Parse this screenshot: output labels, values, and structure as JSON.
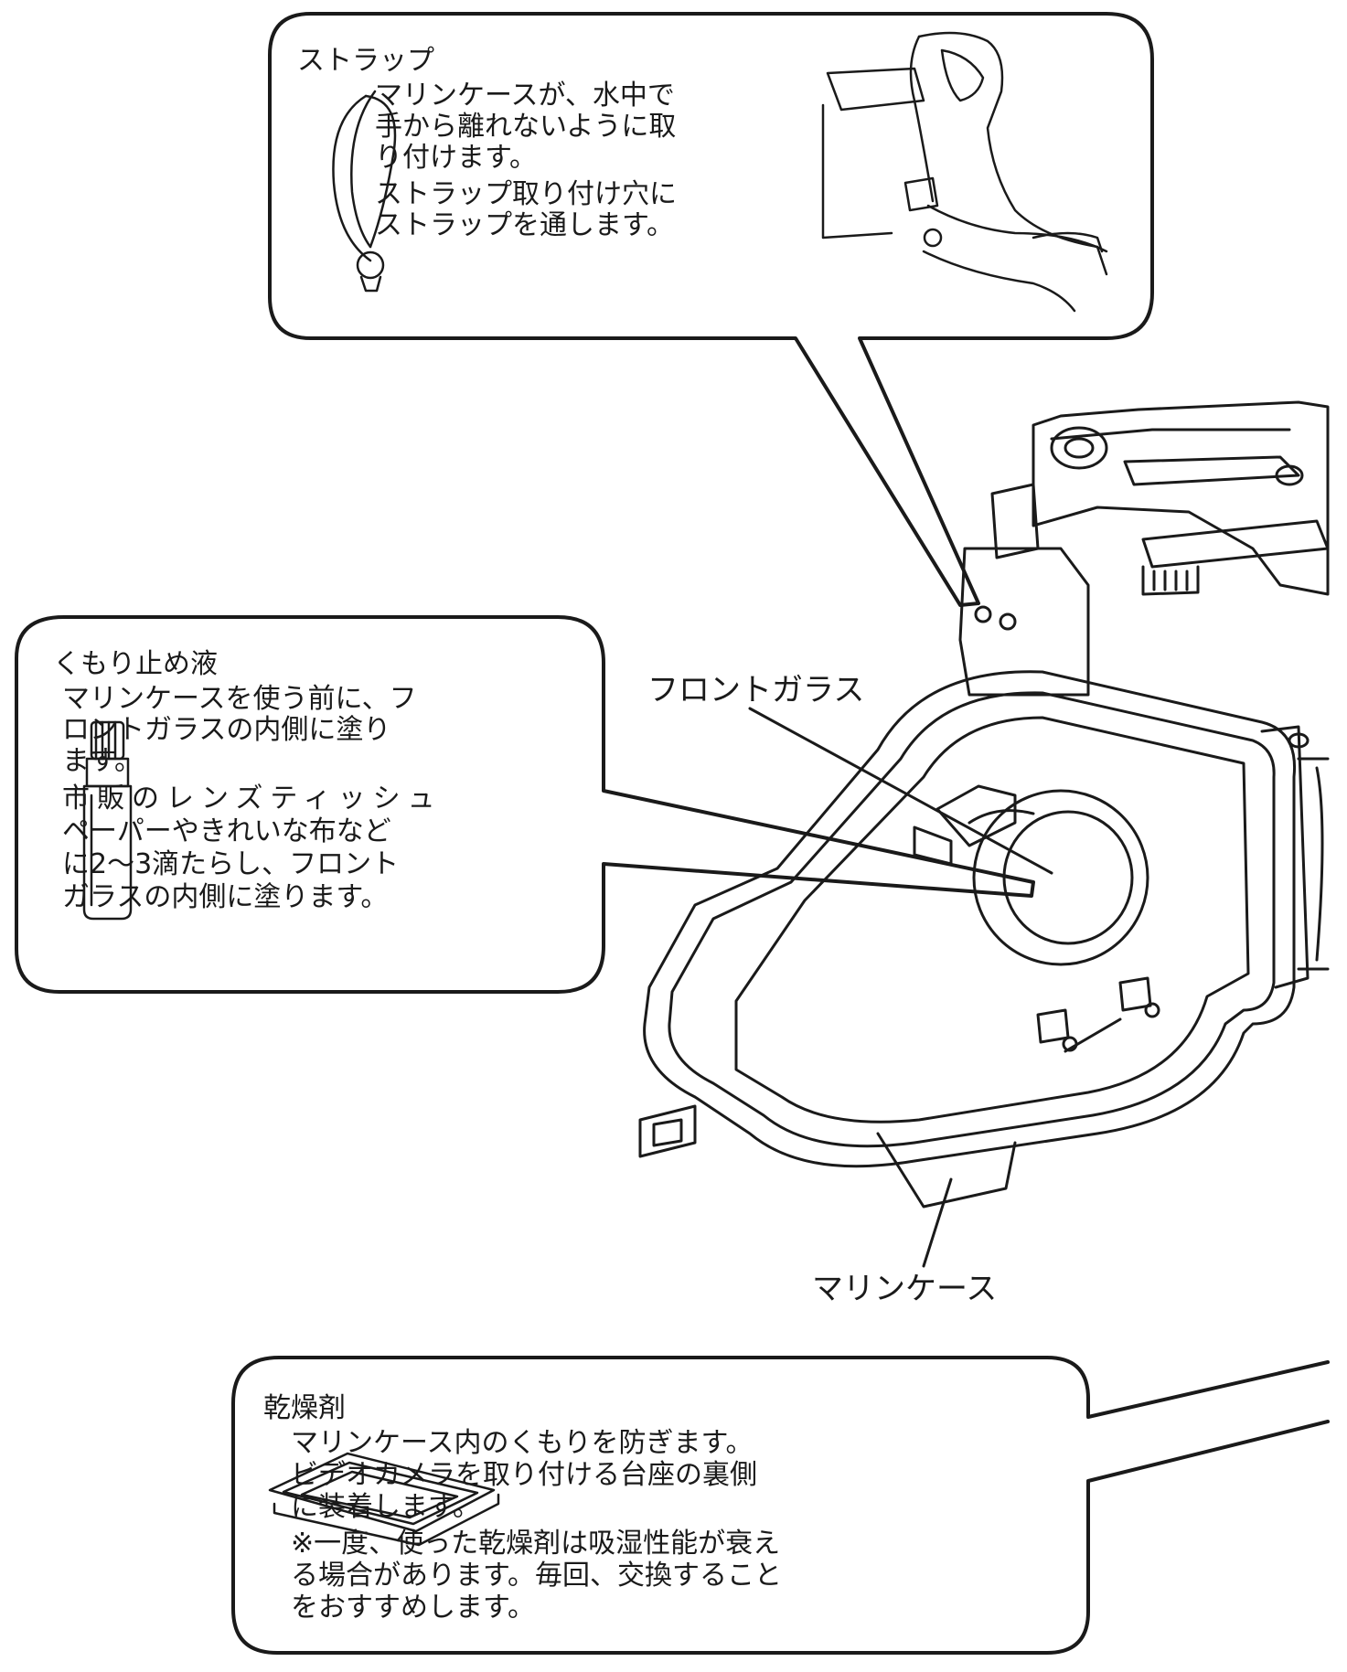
{
  "callouts": {
    "strap": {
      "title": "ストラップ",
      "lines": [
        "マリンケースが、水中で",
        "手から離れないように取",
        "り付けます。",
        "ストラップ取り付け穴に",
        "ストラップを通します。"
      ]
    },
    "antifog": {
      "title": "くもり止め液",
      "lines": [
        "マリンケースを使う前に、フ",
        "ロントガラスの内側に塗り",
        "ます。",
        "市販のレンズティッシュ",
        "ペーパーやきれいな布など",
        "に2～3滴たらし、フロント",
        "ガラスの内側に塗ります。"
      ]
    },
    "desiccant": {
      "title": "乾燥剤",
      "lines": [
        "マリンケース内のくもりを防ぎます。",
        "ビデオカメラを取り付ける台座の裏側",
        "に装着します。",
        "※一度、使った乾燥剤は吸湿性能が衰え",
        "る場合があります。毎回、交換すること",
        "をおすすめします。"
      ]
    }
  },
  "labels": {
    "front_glass": "フロントガラス",
    "marine_case": "マリンケース"
  }
}
